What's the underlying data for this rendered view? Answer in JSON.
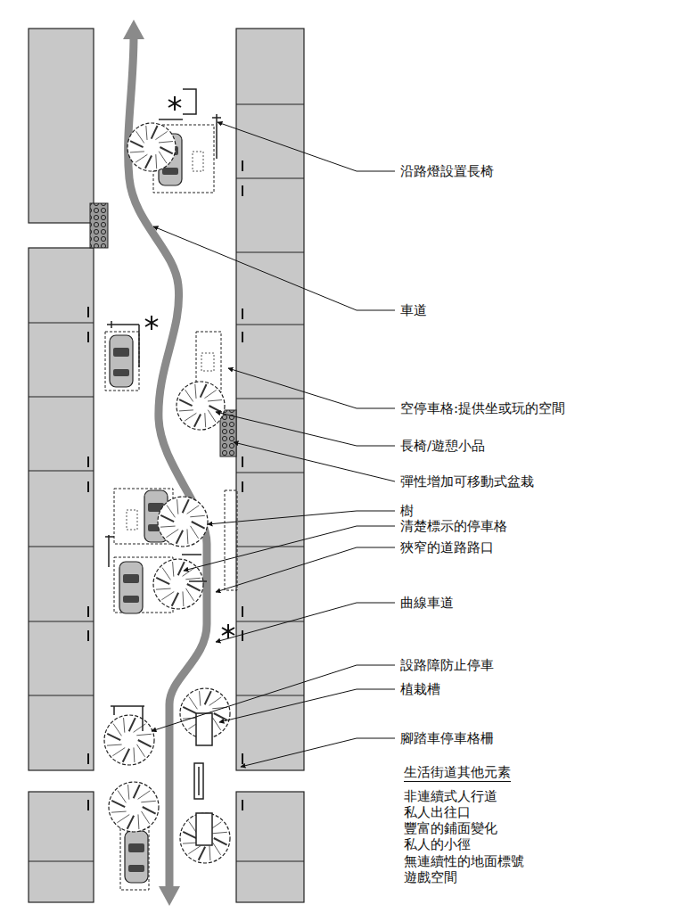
{
  "diagram": {
    "labels": [
      "沿路燈設置長椅",
      "車道",
      "空停車格:提供坐或玩的空間",
      "長椅/遊憩小品",
      "彈性增加可移動式盆栽",
      "樹",
      "清楚標示的停車格",
      "狹窄的道路路口",
      "曲線車道",
      "設路障防止停車",
      "植栽槽",
      "腳踏車停車格柵",
      "生活街道其他元素",
      "非連續式人行道",
      "私人出往口",
      "豐富的鋪面變化",
      "私人的小徑",
      "無連續性的地面標號",
      "遊戲空間"
    ]
  }
}
